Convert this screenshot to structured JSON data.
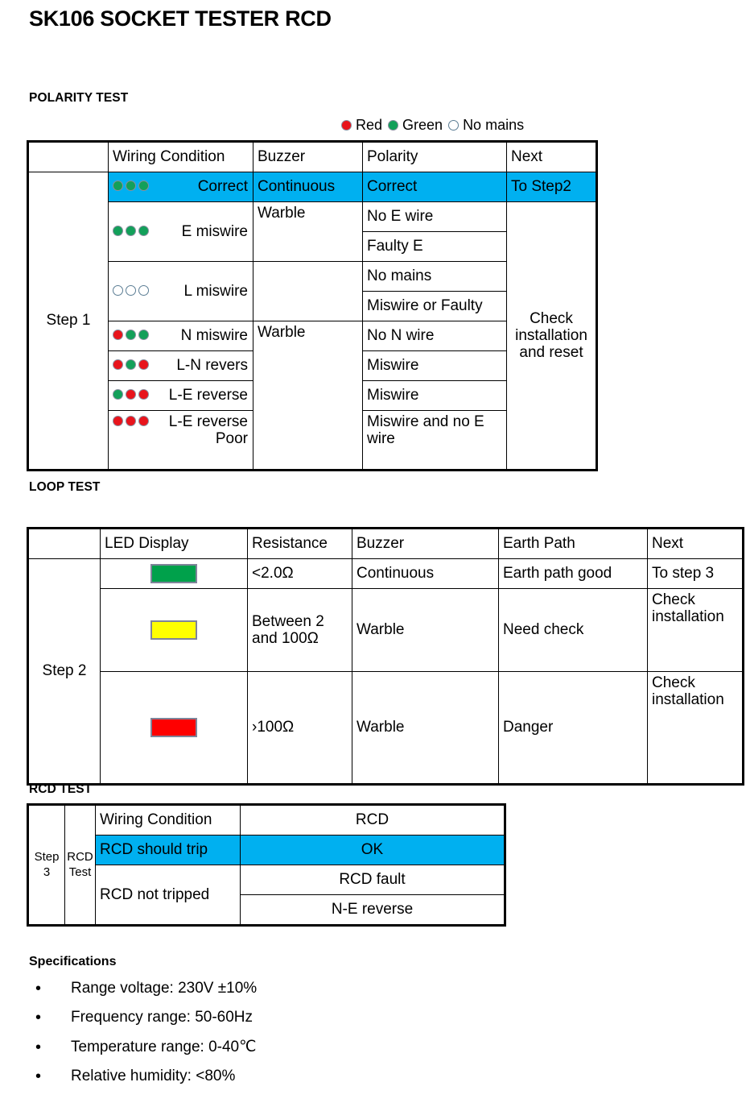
{
  "document": {
    "title": "SK106 SOCKET TESTER RCD"
  },
  "legend": {
    "items": [
      {
        "state": "red",
        "label": "Red"
      },
      {
        "state": "green",
        "label": "Green"
      },
      {
        "state": "none",
        "label": "No mains"
      }
    ]
  },
  "polarity": {
    "section_title": "POLARITY TEST",
    "step_label": "Step 1",
    "headers": {
      "wiring": "Wiring Condition",
      "buzzer": "Buzzer",
      "polarity": "Polarity",
      "next": "Next"
    },
    "rows": [
      {
        "leds": [
          "green",
          "green",
          "green"
        ],
        "wiring": "Correct",
        "buzzer": "Continuous",
        "polarity": "Correct",
        "next": "To Step2",
        "highlight": true
      },
      {
        "leds": [
          "green",
          "green",
          "green"
        ],
        "wiring": "E miswire",
        "buzzer": "Warble",
        "polarity": "No E wire",
        "highlight": false
      },
      {
        "polarity": "Faulty E",
        "highlight": false
      },
      {
        "leds": [
          "none",
          "none",
          "none"
        ],
        "wiring": "L miswire",
        "buzzer": "",
        "polarity": "No mains",
        "highlight": false
      },
      {
        "polarity": "Miswire or Faulty",
        "highlight": false
      },
      {
        "leds": [
          "red",
          "green",
          "green"
        ],
        "wiring": "N miswire",
        "buzzer": "Warble",
        "polarity": "No N wire",
        "highlight": false
      },
      {
        "leds": [
          "red",
          "green",
          "red"
        ],
        "wiring": "L-N revers",
        "polarity": "Miswire",
        "highlight": false
      },
      {
        "leds": [
          "green",
          "red",
          "red"
        ],
        "wiring": "L-E reverse",
        "polarity": "Miswire",
        "highlight": false
      },
      {
        "leds": [
          "red",
          "red",
          "red"
        ],
        "wiring": "L-E reverse    Poor",
        "polarity": "Miswire and no E wire",
        "highlight": false
      }
    ],
    "next_merged": "Check installation and reset"
  },
  "loop": {
    "section_title": "LOOP TEST",
    "step_label": "Step 2",
    "headers": {
      "led_display": "LED Display",
      "resistance": "Resistance",
      "buzzer": "Buzzer",
      "earth_path": "Earth Path",
      "next": "Next"
    },
    "rows": [
      {
        "led_color": "green",
        "resistance": "<2.0Ω",
        "buzzer": "Continuous",
        "earth_path": "Earth path good",
        "next": "To step 3"
      },
      {
        "led_color": "yellow",
        "resistance": "Between 2 and 100Ω",
        "buzzer": "Warble",
        "earth_path": "Need check",
        "next": "Check installation"
      },
      {
        "led_color": "red",
        "resistance": "›100Ω",
        "buzzer": "Warble",
        "earth_path": "Danger",
        "next": "Check installation"
      }
    ]
  },
  "rcd": {
    "section_title": "RCD TEST",
    "step_label": "Step 3",
    "test_label": "RCD Test",
    "headers": {
      "wiring": "Wiring Condition",
      "rcd": "RCD"
    },
    "rows": [
      {
        "wiring": "RCD should trip",
        "rcd": "OK",
        "highlight": true
      },
      {
        "wiring": "RCD not tripped",
        "rcd": "RCD fault",
        "highlight": false
      },
      {
        "rcd": "N-E reverse",
        "highlight": false
      }
    ]
  },
  "specifications": {
    "heading": "Specifications",
    "items": [
      "Range voltage: 230V  ±10%",
      "Frequency range: 50-60Hz",
      "Temperature range: 0-40℃",
      "Relative humidity: <80%"
    ]
  },
  "colors": {
    "highlight": "#00b0f0",
    "led_red": "#e8141c",
    "led_green": "#13a05a",
    "bar_green": "#00a14b",
    "bar_yellow": "#ffff00",
    "bar_red": "#fe0000"
  }
}
